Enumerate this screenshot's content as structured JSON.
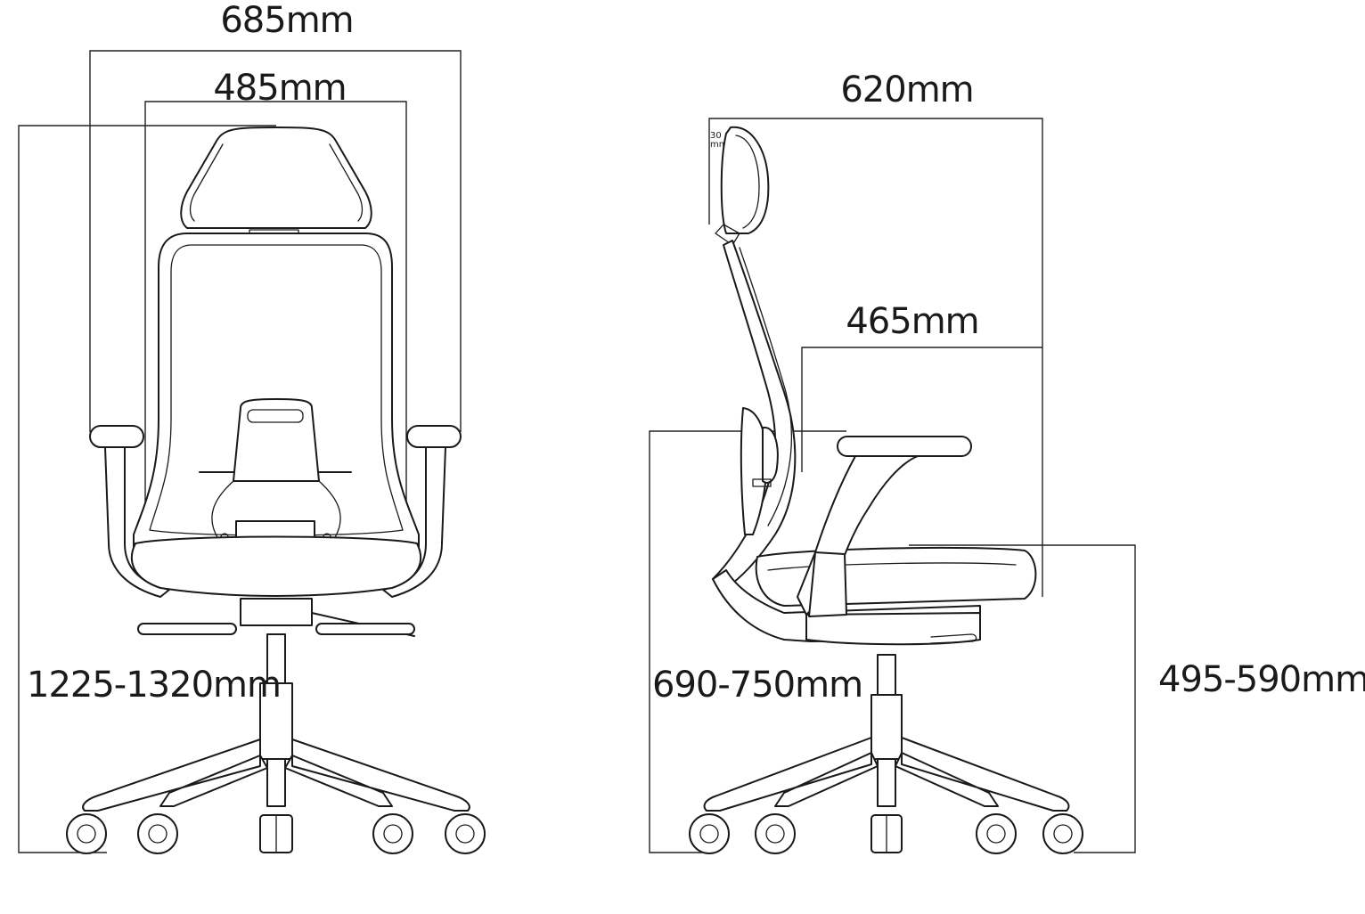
{
  "diagram": {
    "front_view": {
      "overall_width": "685mm",
      "seat_width": "485mm",
      "total_height": "1225-1320mm"
    },
    "side_view": {
      "overall_depth": "620mm",
      "seat_depth": "465mm",
      "armrest_height": "690-750mm",
      "seat_height": "495-590mm",
      "headrest_adjust_value": "30",
      "headrest_adjust_unit": "mm"
    }
  }
}
